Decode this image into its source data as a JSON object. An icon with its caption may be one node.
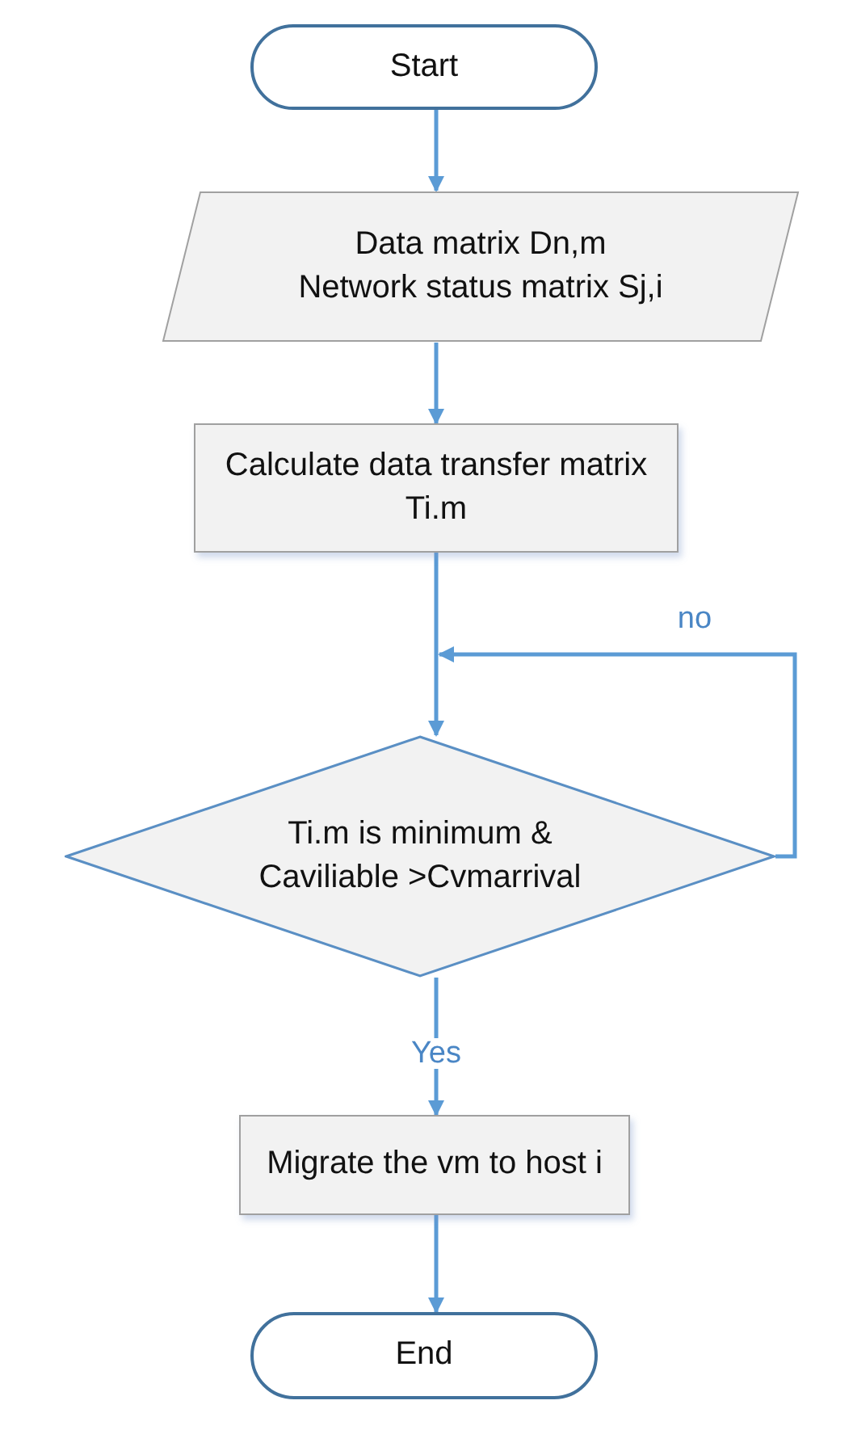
{
  "diagram": {
    "nodes": [
      {
        "text": [
          "Start"
        ]
      },
      {
        "text": [
          "Data matrix Dn,m",
          "Network status matrix Sj,i"
        ]
      },
      {
        "text": [
          "Calculate data transfer matrix Ti.m"
        ]
      },
      {
        "text": [
          "Ti.m is minimum & Caviliable >Cvmarrival"
        ]
      },
      {
        "text": [
          "Migrate the vm to host i"
        ]
      },
      {
        "text": [
          "End"
        ]
      }
    ],
    "edges": [
      {
        "from": 0,
        "to": 1,
        "arrow": "to"
      },
      {
        "from": 1,
        "to": 2,
        "arrow": "to"
      },
      {
        "from": 2,
        "to": 3,
        "arrow": "to"
      },
      {
        "from": 3,
        "to": 3,
        "arrow": "to",
        "label": "no"
      },
      {
        "from": 3,
        "to": 4,
        "arrow": "to",
        "label": "Yes"
      },
      {
        "from": 4,
        "to": 5,
        "arrow": "to"
      }
    ]
  }
}
